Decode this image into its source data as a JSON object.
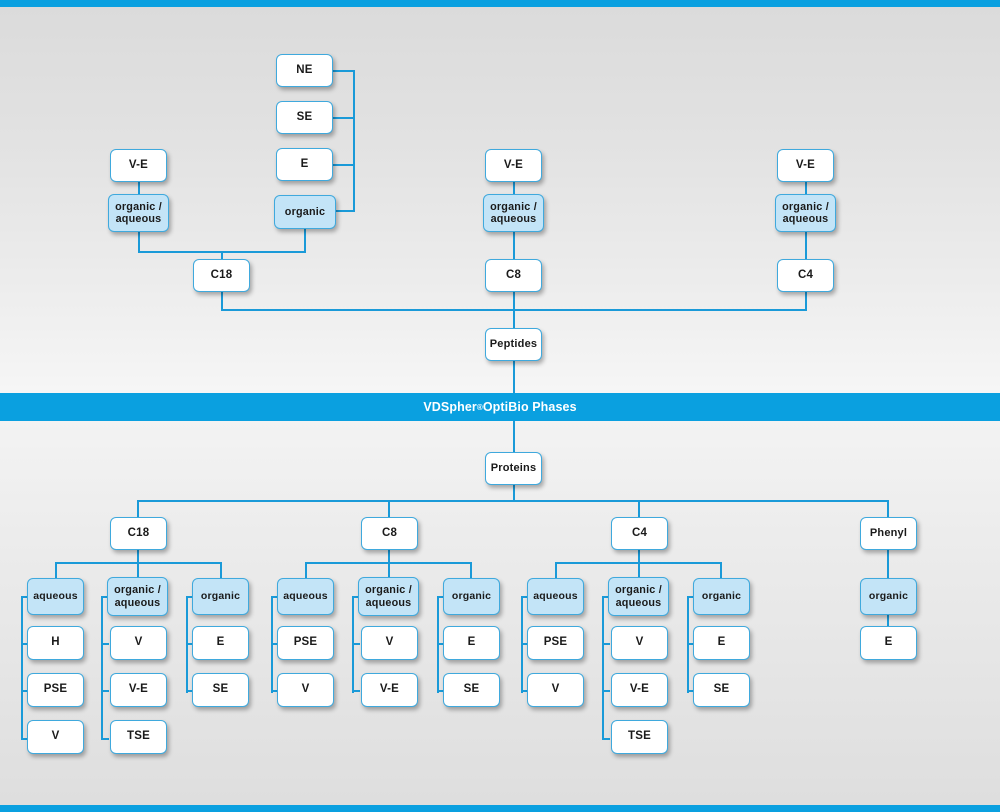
{
  "banner": {
    "brand": "VDSpher",
    "registered": "®",
    "suffix": " OptiBio Phases"
  },
  "peptides": {
    "root_label": "Peptides",
    "columns": [
      {
        "id": "c18",
        "label": "C18",
        "groups": [
          {
            "label": "organic /\naqueous",
            "line1": "organic /",
            "line2": "aqueous",
            "children": [
              "V-E"
            ]
          },
          {
            "label": "organic",
            "line1": "organic",
            "line2": "",
            "children": [
              "NE",
              "SE",
              "E"
            ]
          }
        ]
      },
      {
        "id": "c8",
        "label": "C8",
        "groups": [
          {
            "label": "organic /\naqueous",
            "line1": "organic /",
            "line2": "aqueous",
            "children": [
              "V-E"
            ]
          }
        ]
      },
      {
        "id": "c4",
        "label": "C4",
        "groups": [
          {
            "label": "organic /\naqueous",
            "line1": "organic /",
            "line2": "aqueous",
            "children": [
              "V-E"
            ]
          }
        ]
      }
    ]
  },
  "proteins": {
    "root_label": "Proteins",
    "columns": [
      {
        "id": "c18",
        "label": "C18",
        "groups": [
          {
            "label": "aqueous",
            "line1": "aqueous",
            "line2": "",
            "children": [
              "H",
              "PSE",
              "V"
            ]
          },
          {
            "label": "organic /\naqueous",
            "line1": "organic /",
            "line2": "aqueous",
            "children": [
              "V",
              "V-E",
              "TSE"
            ]
          },
          {
            "label": "organic",
            "line1": "organic",
            "line2": "",
            "children": [
              "E",
              "SE"
            ]
          }
        ]
      },
      {
        "id": "c8",
        "label": "C8",
        "groups": [
          {
            "label": "aqueous",
            "line1": "aqueous",
            "line2": "",
            "children": [
              "PSE",
              "V"
            ]
          },
          {
            "label": "organic /\naqueous",
            "line1": "organic /",
            "line2": "aqueous",
            "children": [
              "V",
              "V-E"
            ]
          },
          {
            "label": "organic",
            "line1": "organic",
            "line2": "",
            "children": [
              "E",
              "SE"
            ]
          }
        ]
      },
      {
        "id": "c4",
        "label": "C4",
        "groups": [
          {
            "label": "aqueous",
            "line1": "aqueous",
            "line2": "",
            "children": [
              "PSE",
              "V"
            ]
          },
          {
            "label": "organic /\naqueous",
            "line1": "organic /",
            "line2": "aqueous",
            "children": [
              "V",
              "V-E",
              "TSE"
            ]
          },
          {
            "label": "organic",
            "line1": "organic",
            "line2": "",
            "children": [
              "E",
              "SE"
            ]
          }
        ]
      },
      {
        "id": "phenyl",
        "label": "Phenyl",
        "groups": [
          {
            "label": "organic",
            "line1": "organic",
            "line2": "",
            "children": [
              "E"
            ]
          }
        ]
      }
    ]
  },
  "nodes": {
    "top_c18_ve": "V-E",
    "top_c18_oa_1": "organic /",
    "top_c18_oa_2": "aqueous",
    "top_ne": "NE",
    "top_se": "SE",
    "top_e": "E",
    "top_organic": "organic",
    "top_c18": "C18",
    "top_c8_ve": "V-E",
    "top_c8_oa_1": "organic /",
    "top_c8_oa_2": "aqueous",
    "top_c8": "C8",
    "top_c4_ve": "V-E",
    "top_c4_oa_1": "organic /",
    "top_c4_oa_2": "aqueous",
    "top_c4": "C4",
    "peptides": "Peptides",
    "proteins": "Proteins",
    "b_c18": "C18",
    "b_c18_aqueous": "aqueous",
    "b_c18_aq_h": "H",
    "b_c18_aq_pse": "PSE",
    "b_c18_aq_v": "V",
    "b_c18_oa_1": "organic /",
    "b_c18_oa_2": "aqueous",
    "b_c18_oa_v": "V",
    "b_c18_oa_ve": "V-E",
    "b_c18_oa_tse": "TSE",
    "b_c18_org": "organic",
    "b_c18_org_e": "E",
    "b_c18_org_se": "SE",
    "b_c8": "C8",
    "b_c8_aqueous": "aqueous",
    "b_c8_aq_pse": "PSE",
    "b_c8_aq_v": "V",
    "b_c8_oa_1": "organic /",
    "b_c8_oa_2": "aqueous",
    "b_c8_oa_v": "V",
    "b_c8_oa_ve": "V-E",
    "b_c8_org": "organic",
    "b_c8_org_e": "E",
    "b_c8_org_se": "SE",
    "b_c4": "C4",
    "b_c4_aqueous": "aqueous",
    "b_c4_aq_pse": "PSE",
    "b_c4_aq_v": "V",
    "b_c4_oa_1": "organic /",
    "b_c4_oa_2": "aqueous",
    "b_c4_oa_v": "V",
    "b_c4_oa_ve": "V-E",
    "b_c4_oa_tse": "TSE",
    "b_c4_org": "organic",
    "b_c4_org_e": "E",
    "b_c4_org_se": "SE",
    "b_phenyl": "Phenyl",
    "b_phenyl_org": "organic",
    "b_phenyl_org_e": "E"
  },
  "colors": {
    "accent": "#0aa0e0",
    "line": "#1a9ad8",
    "box_border": "#3fa9dd",
    "box_fill_highlight": "#c3e4f7",
    "box_fill_plain": "#ffffff",
    "background_top": "#dbdbdb",
    "background_bottom": "#dedede"
  }
}
